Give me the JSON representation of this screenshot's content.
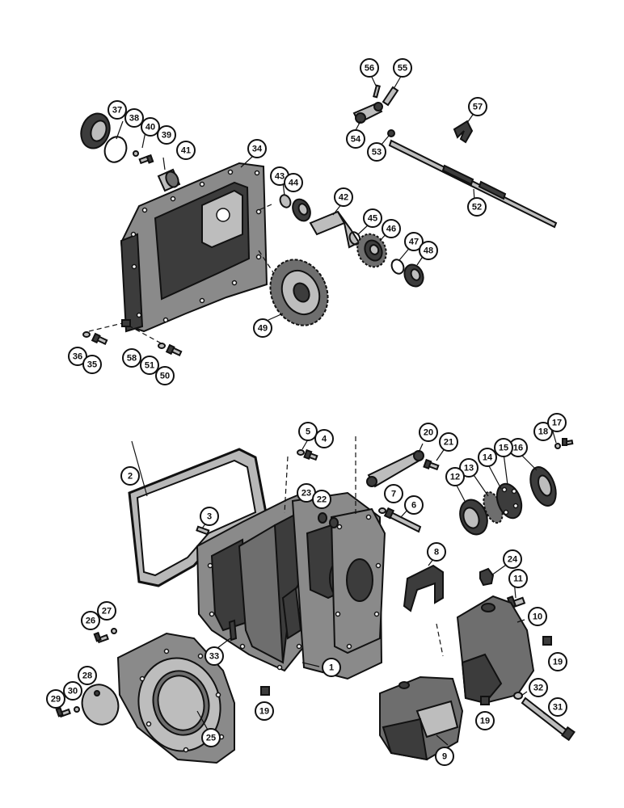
{
  "callouts": [
    {
      "id": "56",
      "label": "56"
    },
    {
      "id": "55",
      "label": "55"
    },
    {
      "id": "57",
      "label": "57"
    },
    {
      "id": "37",
      "label": "37"
    },
    {
      "id": "38",
      "label": "38"
    },
    {
      "id": "40",
      "label": "40"
    },
    {
      "id": "39",
      "label": "39"
    },
    {
      "id": "41",
      "label": "41"
    },
    {
      "id": "34",
      "label": "34"
    },
    {
      "id": "54",
      "label": "54"
    },
    {
      "id": "53",
      "label": "53"
    },
    {
      "id": "43",
      "label": "43"
    },
    {
      "id": "44",
      "label": "44"
    },
    {
      "id": "42",
      "label": "42"
    },
    {
      "id": "45",
      "label": "45"
    },
    {
      "id": "46",
      "label": "46"
    },
    {
      "id": "47",
      "label": "47"
    },
    {
      "id": "48",
      "label": "48"
    },
    {
      "id": "52",
      "label": "52"
    },
    {
      "id": "49",
      "label": "49"
    },
    {
      "id": "36",
      "label": "36"
    },
    {
      "id": "35",
      "label": "35"
    },
    {
      "id": "58",
      "label": "58"
    },
    {
      "id": "51",
      "label": "51"
    },
    {
      "id": "50",
      "label": "50"
    },
    {
      "id": "5",
      "label": "5"
    },
    {
      "id": "4",
      "label": "4"
    },
    {
      "id": "20",
      "label": "20"
    },
    {
      "id": "21",
      "label": "21"
    },
    {
      "id": "18",
      "label": "18"
    },
    {
      "id": "17",
      "label": "17"
    },
    {
      "id": "16",
      "label": "16"
    },
    {
      "id": "15",
      "label": "15"
    },
    {
      "id": "14",
      "label": "14"
    },
    {
      "id": "13",
      "label": "13"
    },
    {
      "id": "12",
      "label": "12"
    },
    {
      "id": "2",
      "label": "2"
    },
    {
      "id": "3",
      "label": "3"
    },
    {
      "id": "23",
      "label": "23"
    },
    {
      "id": "22",
      "label": "22"
    },
    {
      "id": "7",
      "label": "7"
    },
    {
      "id": "6",
      "label": "6"
    },
    {
      "id": "8",
      "label": "8"
    },
    {
      "id": "24",
      "label": "24"
    },
    {
      "id": "11",
      "label": "11"
    },
    {
      "id": "10",
      "label": "10"
    },
    {
      "id": "19a",
      "label": "19"
    },
    {
      "id": "26",
      "label": "26"
    },
    {
      "id": "27",
      "label": "27"
    },
    {
      "id": "33",
      "label": "33"
    },
    {
      "id": "1",
      "label": "1"
    },
    {
      "id": "19b",
      "label": "19"
    },
    {
      "id": "28",
      "label": "28"
    },
    {
      "id": "30",
      "label": "30"
    },
    {
      "id": "29",
      "label": "29"
    },
    {
      "id": "25",
      "label": "25"
    },
    {
      "id": "32",
      "label": "32"
    },
    {
      "id": "31",
      "label": "31"
    },
    {
      "id": "19c",
      "label": "19"
    },
    {
      "id": "9",
      "label": "9"
    }
  ]
}
